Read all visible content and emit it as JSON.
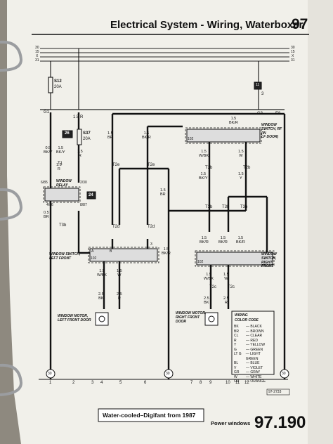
{
  "header": {
    "title": "Electrical System - Wiring, Waterboxer",
    "section_number": "97"
  },
  "bus_labels": [
    "30",
    "15",
    "X",
    "31"
  ],
  "fuses": {
    "s12": {
      "name": "S12",
      "rating": "20A"
    },
    "s37": {
      "name": "S37",
      "rating": "20A"
    }
  },
  "relay_pin_labels": {
    "top_right": "1.5 R",
    "relay_box": "26",
    "relay_socket": "24"
  },
  "ground_points": {
    "g1": "G1",
    "g3": "G3",
    "e8": "E8",
    "marker_11": "11",
    "marker_3": "3"
  },
  "components": {
    "window_relay": "WINDOW\nRELAY",
    "switch_lf": "WINDOW SWITCH,\nLEFT FRONT",
    "switch_rf": "WINDOW\nSWITCH,\nRIGHT\nFRONT",
    "switch_rf_at_lf": "WINDOW\nSWITCH, RF\n(IN\nLF DOOR)",
    "motor_lf": "WINDOW MOTOR,\nLEFT FRONT DOOR",
    "motor_rf": "WINDOW MOTOR,\nRIGHT FRONT\nDOOR"
  },
  "wire_labels": {
    "w1": "0.5\nBK/Y",
    "w2": "1.5\nBK/Y",
    "w3": "1.5\nBR",
    "w4": "1.5\nBK/R",
    "w5": "1.5\nBK/R",
    "w6": "1.5\nW/BK",
    "w7": "1.5\nW",
    "w8": "1.5\nBK/Y",
    "w9": "1.5\nY",
    "w10": "0.5\nBR",
    "w11": "1.5\nR",
    "w12": "1.5\nR",
    "w13": "1.5\nBR",
    "w14": "1.5\nW/BK",
    "w15": "1.5\nW",
    "w16": "2.5\nBK",
    "w17": "2.5\nR",
    "w18": "1.5\nBK/R",
    "w19": "1.5\nBK/R",
    "w20": "1.5\nBK/R",
    "w21": "1.5\nW/BK",
    "w22": "1.5\nW",
    "w23": "2.5\nBK",
    "w24": "2.5\nR",
    "w25": "1.5\nBK/R"
  },
  "connectors": {
    "t1": "T1",
    "t2e_a": "T2e",
    "t2e_b": "T2e",
    "t2b_a": "T2b",
    "t2b_b": "T2b",
    "t3b_a": "T3b",
    "t3b_b": "T3b",
    "t3b_c": "T3b",
    "t3b_d": "T3b",
    "t2d_a": "T2d",
    "t2d_b": "T2d",
    "t2c_a": "T2c",
    "t2c_b": "T2c",
    "pin_685": "6/85",
    "pin_230": "2/30",
    "pin_486": "4/86",
    "pin_887": "8/87",
    "pin_102_lf": "102",
    "pin_102_rf_top": "102",
    "pin_102_rf": "102",
    "pin_a": "A",
    "pin_b": "B",
    "pin_3": "3"
  },
  "wiring_code": {
    "title": "WIRING\nCOLOR CODE",
    "entries": [
      {
        "code": "BK",
        "name": "BLACK"
      },
      {
        "code": "BR",
        "name": "BROWN"
      },
      {
        "code": "CL",
        "name": "CLEAR"
      },
      {
        "code": "R",
        "name": "RED"
      },
      {
        "code": "Y",
        "name": "YELLOW"
      },
      {
        "code": "G",
        "name": "GREEN"
      },
      {
        "code": "LT G",
        "name": "LIGHT GREEN"
      },
      {
        "code": "BL",
        "name": "BLUE"
      },
      {
        "code": "V",
        "name": "VIOLET"
      },
      {
        "code": "GR",
        "name": "GRAY"
      },
      {
        "code": "W",
        "name": "WHITE"
      },
      {
        "code": "OR",
        "name": "ORANGE"
      }
    ]
  },
  "ground_30_labels": [
    "30",
    "30",
    "30"
  ],
  "bottom_numbers": [
    "1",
    "2",
    "3",
    "4",
    "5",
    "6",
    "7",
    "8",
    "9",
    "10",
    "11",
    "12"
  ],
  "figure_ref": "97-2733",
  "footer": {
    "model": "Water-cooled–Digifant from 1987",
    "section": "Power windows",
    "page": "97.190"
  }
}
